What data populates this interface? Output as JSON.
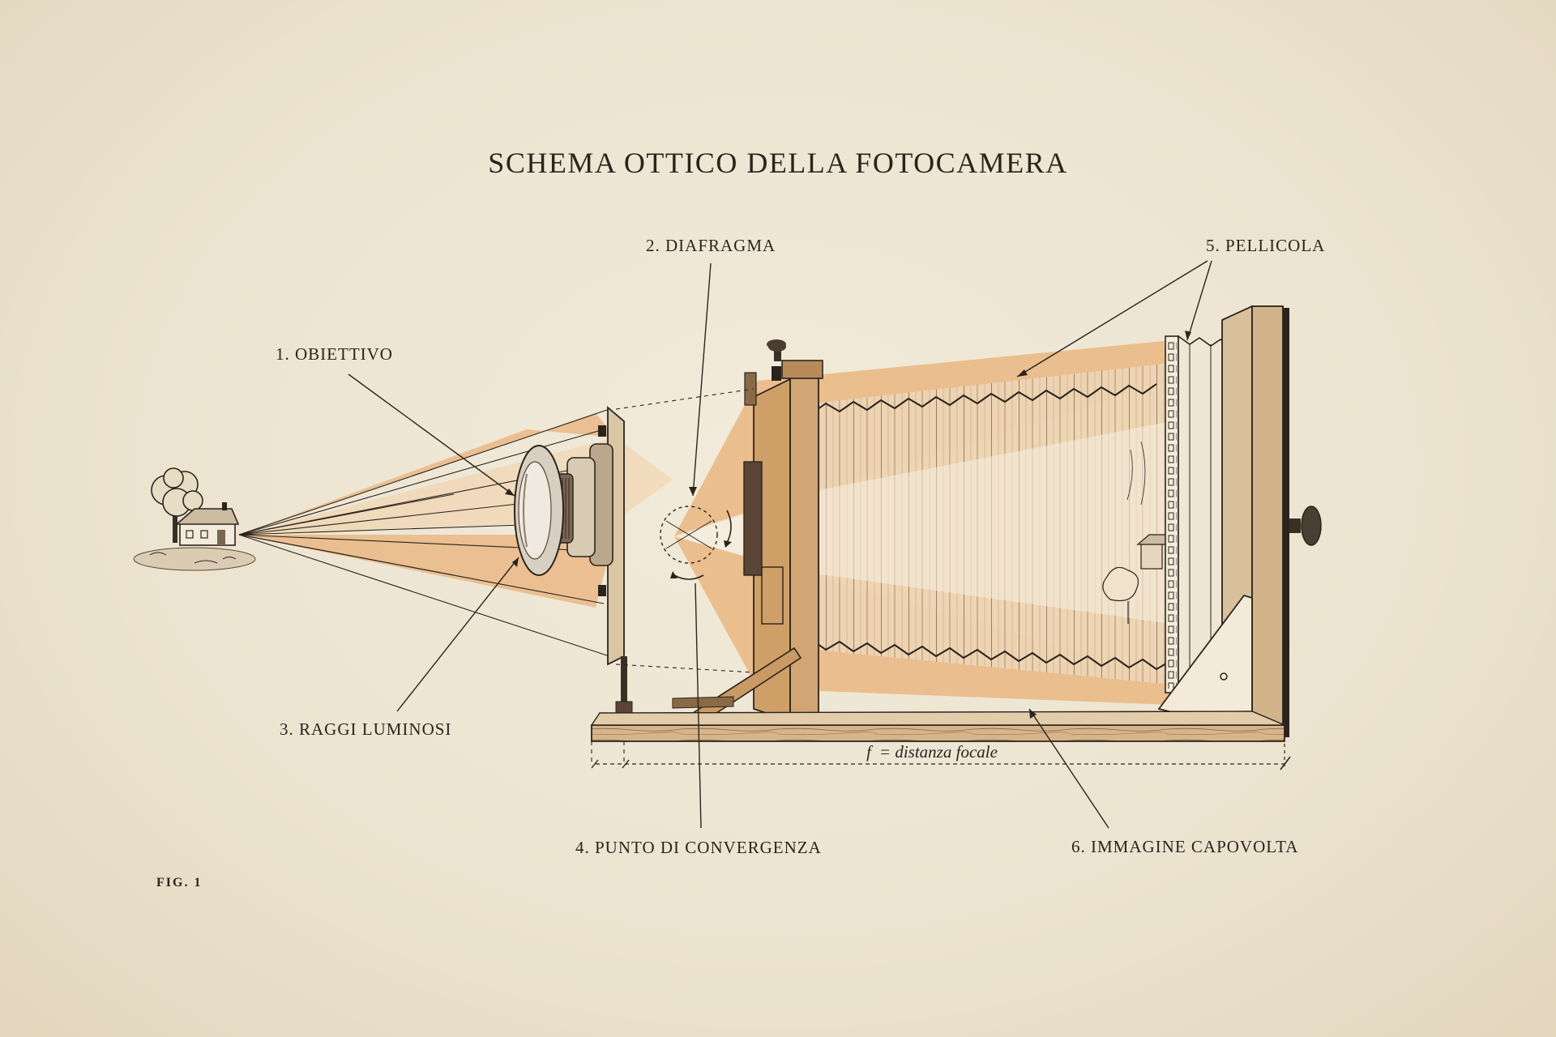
{
  "title": "SCHEMA OTTICO DELLA FOTOCAMERA",
  "labels": {
    "objective": "1. OBIETTIVO",
    "diaphragm": "2. DIAFRAGMA",
    "light_rays": "3. RAGGI LUMINOSI",
    "convergence_point": "4. PUNTO DI CONVERGENZA",
    "film": "5. PELLICOLA",
    "inverted_image": "6. IMMAGINE CAPOVOLTA"
  },
  "focal_symbol": "f",
  "focal_text": "= distanza focale",
  "figure_number": "FIG. 1",
  "colors": {
    "paper": "#ece3d0",
    "ink": "#2b241d",
    "ray_orange": "#e9b47e",
    "wood": "#c99a63"
  }
}
